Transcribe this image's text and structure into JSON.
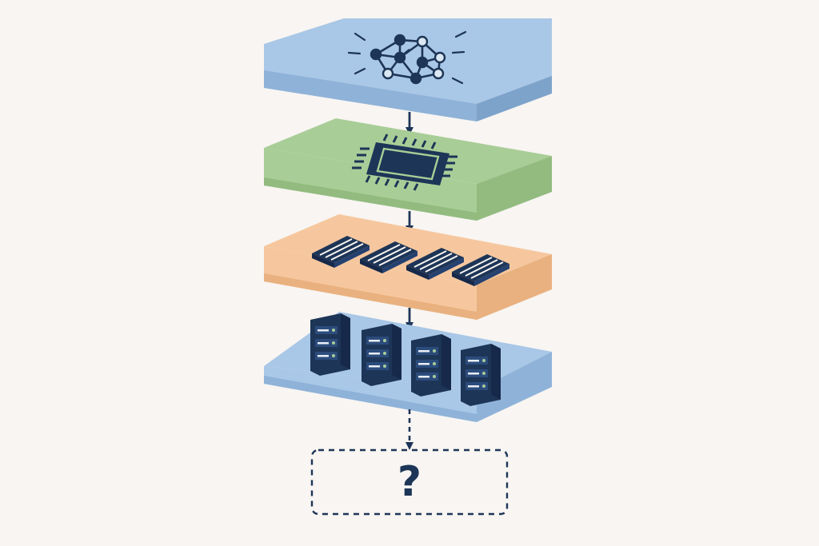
{
  "diagram": {
    "colors": {
      "background": "#f8f5f2",
      "navy": "#1d3557",
      "blue_top": "#a9c7e6",
      "blue_side": "#8fb2d8",
      "green_top": "#a9cd97",
      "green_side": "#93bb80",
      "orange_top": "#f6c79e",
      "orange_side": "#e9b17f",
      "hub_light": "#dbe7f3"
    },
    "layers": [
      {
        "name": "network-layer",
        "icon": "neural-network-icon"
      },
      {
        "name": "chip-layer",
        "icon": "processor-chip-icon"
      },
      {
        "name": "memory-layer",
        "icon": "memory-module-icon"
      },
      {
        "name": "server-layer",
        "icon": "server-rack-icon"
      }
    ],
    "unknown": {
      "label": "?"
    }
  }
}
